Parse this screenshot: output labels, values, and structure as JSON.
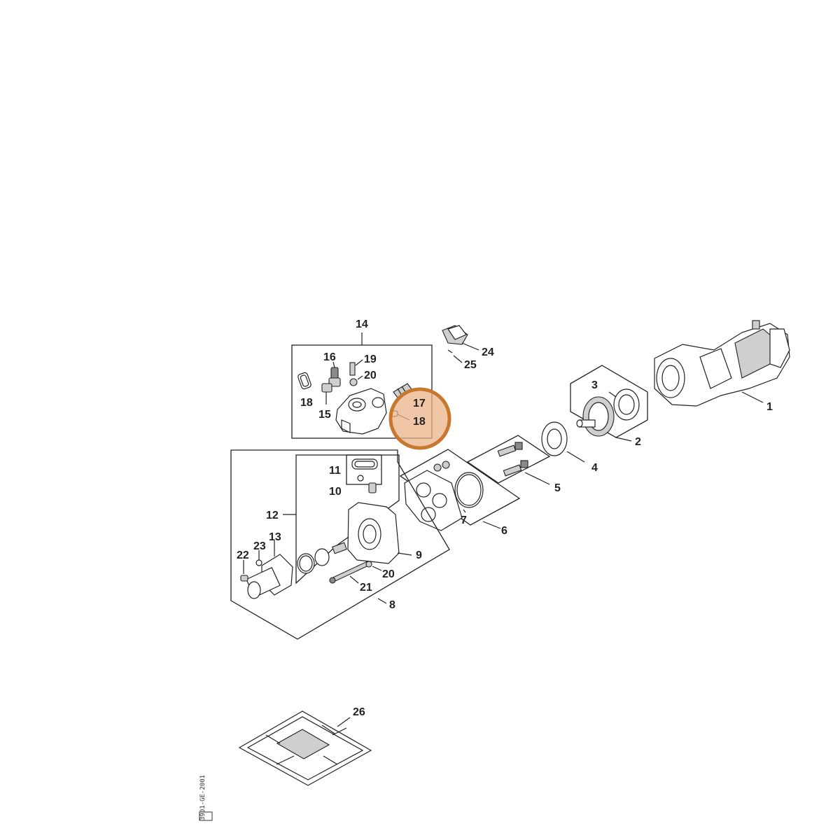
{
  "labels": {
    "l1": "1",
    "l2": "2",
    "l3": "3",
    "l4": "4",
    "l5": "5",
    "l6": "6",
    "l7": "7",
    "l8": "8",
    "l9": "9",
    "l10": "10",
    "l11": "11",
    "l12": "12",
    "l13": "13",
    "l14": "14",
    "l15": "15",
    "l16": "16",
    "l17": "17",
    "l18a": "18",
    "l18b": "18",
    "l19": "19",
    "l20a": "20",
    "l20b": "20",
    "l21": "21",
    "l22": "22",
    "l23": "23",
    "l24": "24",
    "l25": "25",
    "l26": "26"
  },
  "drawing_code": "3901-GE-2001",
  "highlight_color": "#c8782e"
}
